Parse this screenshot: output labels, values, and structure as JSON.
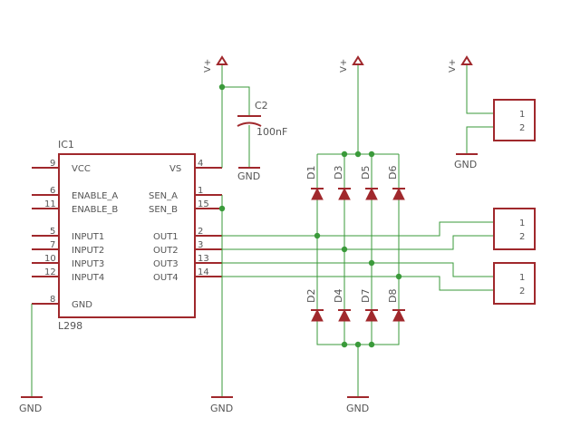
{
  "ic": {
    "name": "IC1",
    "value": "L298",
    "pins_left": [
      {
        "num": "9",
        "label": "VCC"
      },
      {
        "num": "6",
        "label": "ENABLE_A"
      },
      {
        "num": "11",
        "label": "ENABLE_B"
      },
      {
        "num": "5",
        "label": "INPUT1"
      },
      {
        "num": "7",
        "label": "INPUT2"
      },
      {
        "num": "10",
        "label": "INPUT3"
      },
      {
        "num": "12",
        "label": "INPUT4"
      },
      {
        "num": "8",
        "label": "GND"
      }
    ],
    "pins_right": [
      {
        "num": "4",
        "label": "VS"
      },
      {
        "num": "1",
        "label": "SEN_A"
      },
      {
        "num": "15",
        "label": "SEN_B"
      },
      {
        "num": "2",
        "label": "OUT1"
      },
      {
        "num": "3",
        "label": "OUT2"
      },
      {
        "num": "13",
        "label": "OUT3"
      },
      {
        "num": "14",
        "label": "OUT4"
      }
    ]
  },
  "capacitor": {
    "name": "C2",
    "value": "100nF"
  },
  "power": {
    "label": "V+"
  },
  "ground": {
    "label": "GND"
  },
  "diodes_top": [
    "D1",
    "D3",
    "D5",
    "D6"
  ],
  "diodes_bottom": [
    "D2",
    "D4",
    "D7",
    "D8"
  ],
  "connectors": [
    {
      "pins": [
        "1",
        "2"
      ]
    },
    {
      "pins": [
        "1",
        "2"
      ]
    },
    {
      "pins": [
        "1",
        "2"
      ]
    }
  ]
}
